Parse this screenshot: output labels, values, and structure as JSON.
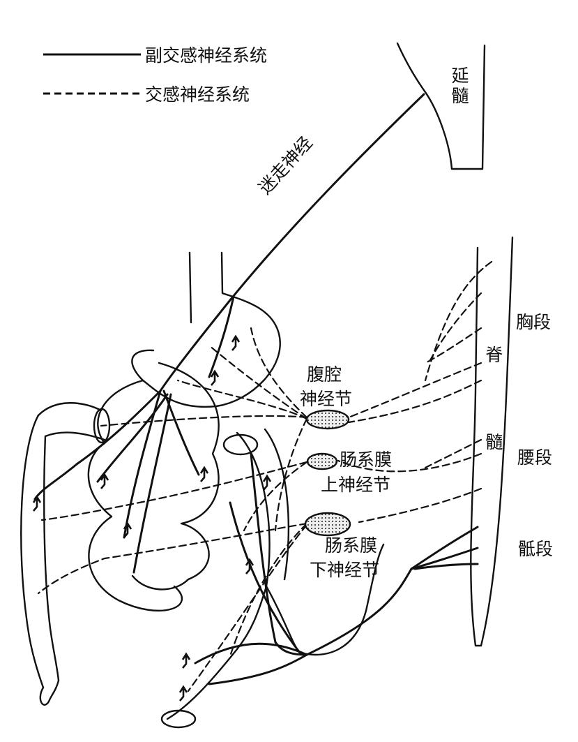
{
  "legend": {
    "parasympathetic": "副交感神经系统",
    "sympathetic": "交感神经系统"
  },
  "labels": {
    "medulla": "延髓",
    "vagus": "迷走神经",
    "spinal_cord": "脊髓",
    "thoracic": "胸段",
    "lumbar": "腰段",
    "sacral": "骶段",
    "celiac_line1": "腹腔",
    "celiac_line2": "神经节",
    "sup_mes_line1": "肠系膜",
    "sup_mes_line2": "上神经节",
    "inf_mes_line1": "肠系膜",
    "inf_mes_line2": "下神经节"
  },
  "colors": {
    "ink": "#111111",
    "ganglion_fill": "#cccccc"
  }
}
